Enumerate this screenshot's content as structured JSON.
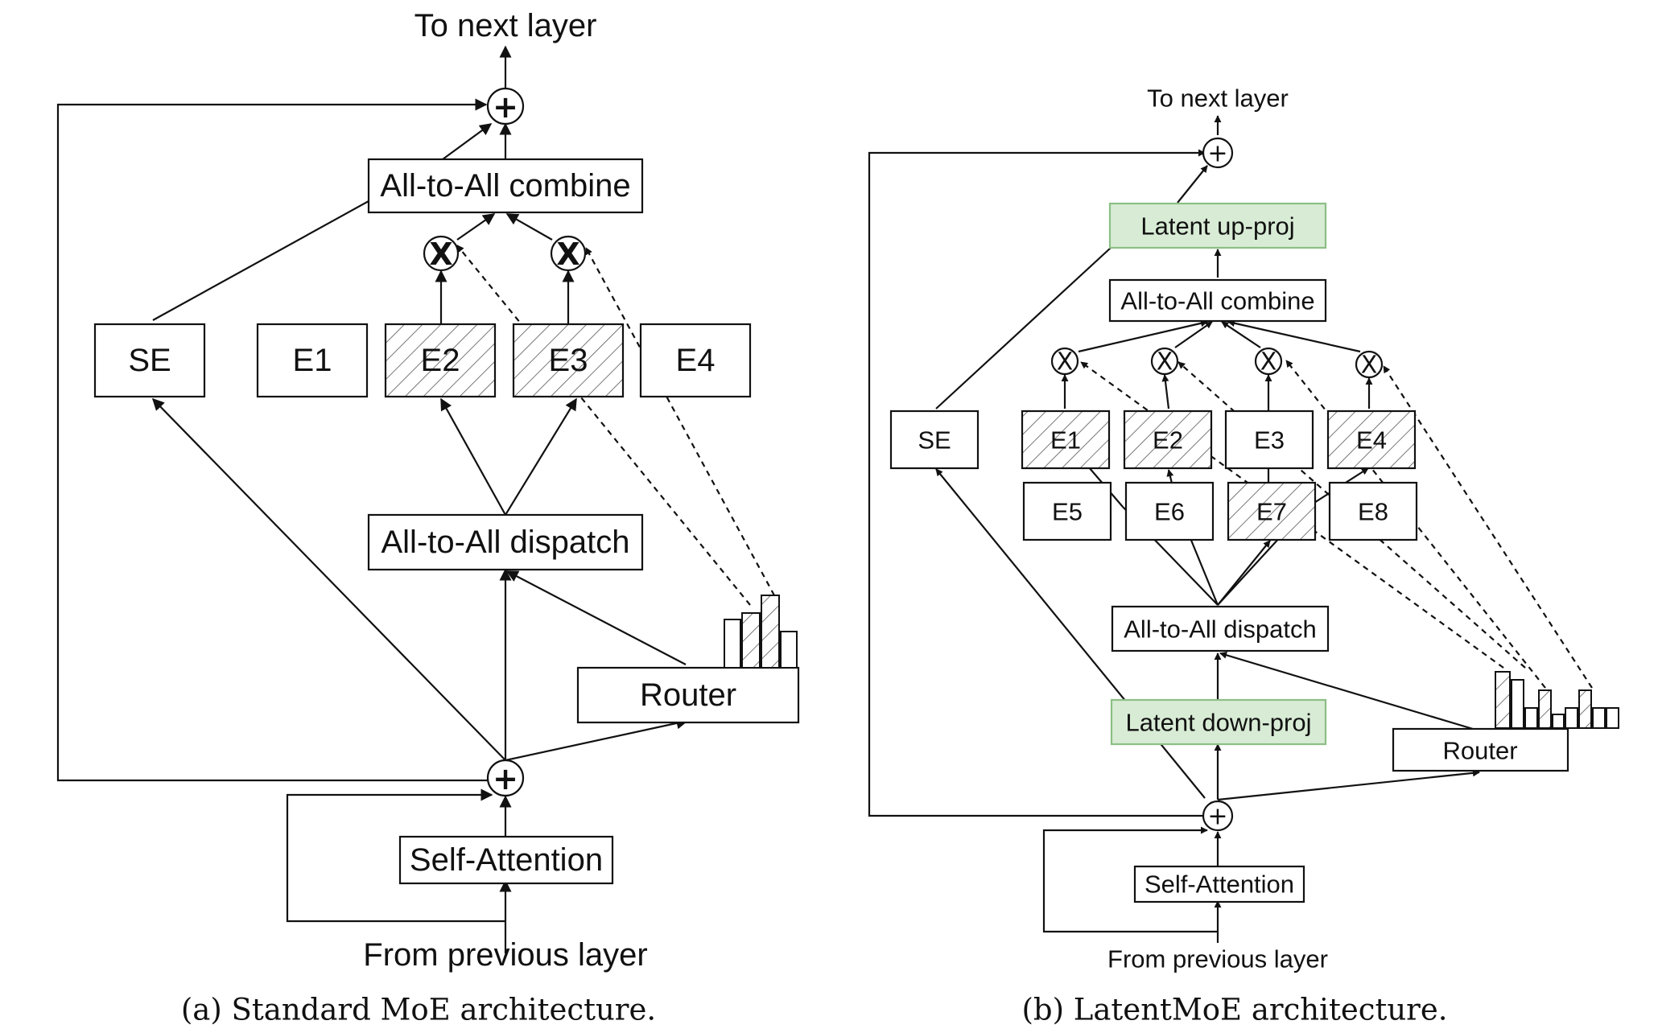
{
  "colors": {
    "stroke": "#111111",
    "latent_fill": "#d8ecd5",
    "latent_border": "#8cbf85",
    "box_fill": "#ffffff"
  },
  "symbols": {
    "add": "+",
    "multiply": "X"
  },
  "diagram_a": {
    "caption": "(a) Standard MoE architecture.",
    "top_label": "To next layer",
    "bottom_label": "From previous layer",
    "combine": "All-to-All combine",
    "dispatch": "All-to-All dispatch",
    "router": "Router",
    "self_attention": "Self-Attention",
    "shared_expert": "SE",
    "experts": [
      {
        "label": "E1",
        "active": false
      },
      {
        "label": "E2",
        "active": true
      },
      {
        "label": "E3",
        "active": true
      },
      {
        "label": "E4",
        "active": false
      }
    ]
  },
  "diagram_b": {
    "caption": "(b) LatentMoE architecture.",
    "top_label": "To next layer",
    "bottom_label": "From previous layer",
    "latent_up": "Latent up-proj",
    "latent_down": "Latent down-proj",
    "combine": "All-to-All combine",
    "dispatch": "All-to-All dispatch",
    "router": "Router",
    "self_attention": "Self-Attention",
    "shared_expert": "SE",
    "experts_row1": [
      {
        "label": "E1",
        "active": true
      },
      {
        "label": "E2",
        "active": true
      },
      {
        "label": "E3",
        "active": false
      },
      {
        "label": "E4",
        "active": true
      }
    ],
    "experts_row2": [
      {
        "label": "E5",
        "active": false
      },
      {
        "label": "E6",
        "active": false
      },
      {
        "label": "E7",
        "active": true
      },
      {
        "label": "E8",
        "active": false
      }
    ]
  }
}
